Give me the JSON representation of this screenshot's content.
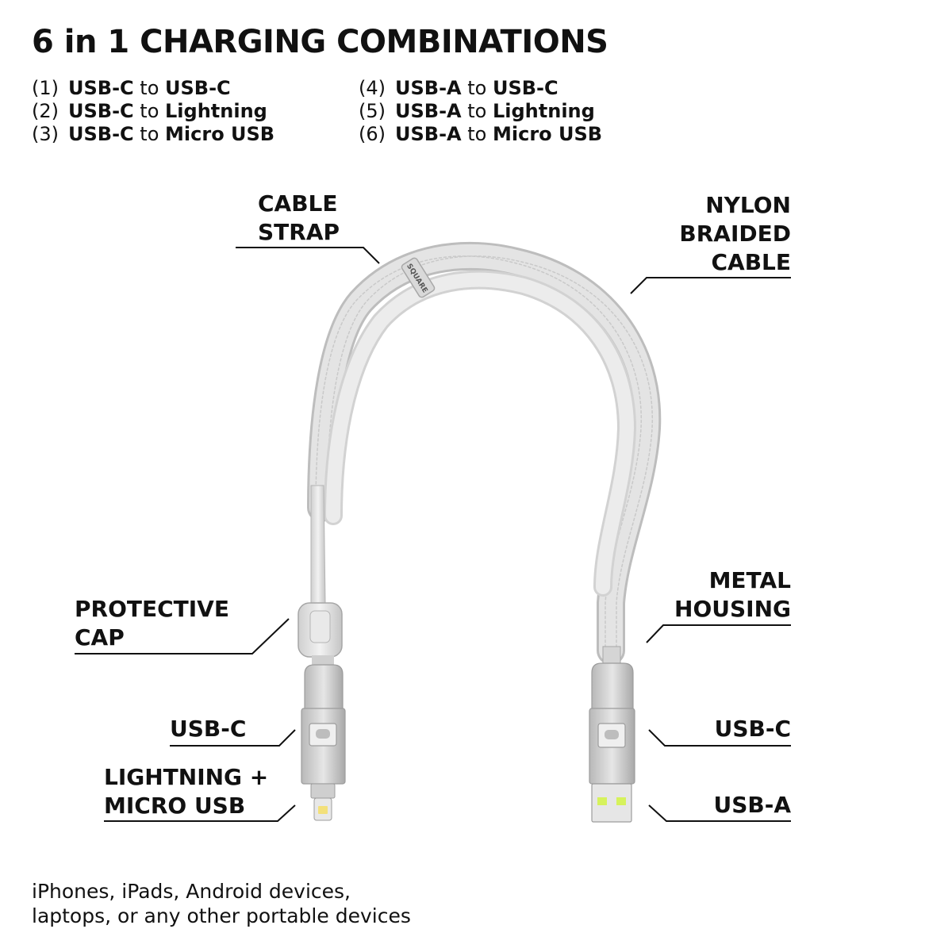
{
  "title": "6 in 1 CHARGING COMBINATIONS",
  "combinations": [
    {
      "num": "(1)",
      "from": "USB-C",
      "joiner": "to",
      "to": "USB-C"
    },
    {
      "num": "(2)",
      "from": "USB-C",
      "joiner": "to",
      "to": "Lightning"
    },
    {
      "num": "(3)",
      "from": "USB-C",
      "joiner": "to",
      "to": "Micro USB"
    },
    {
      "num": "(4)",
      "from": "USB-A",
      "joiner": "to",
      "to": "USB-C"
    },
    {
      "num": "(5)",
      "from": "USB-A",
      "joiner": "to",
      "to": "Lightning"
    },
    {
      "num": "(6)",
      "from": "USB-A",
      "joiner": "to",
      "to": "Micro USB"
    }
  ],
  "callouts": {
    "cable_strap": [
      "CABLE",
      "STRAP"
    ],
    "nylon_braided_cable": [
      "NYLON",
      "BRAIDED",
      "CABLE"
    ],
    "protective_cap": [
      "PROTECTIVE",
      "CAP"
    ],
    "metal_housing": [
      "METAL",
      "HOUSING"
    ],
    "usb_c_left": "USB-C",
    "lightning_micro": [
      "LIGHTNING +",
      "MICRO USB"
    ],
    "usb_c_right": "USB-C",
    "usb_a": "USB-A"
  },
  "strap_brand": "SQUARE",
  "footer": [
    "iPhones, iPads, Android devices,",
    "laptops, or any other portable devices"
  ],
  "colors": {
    "text": "#111111",
    "cable": "#dcdcdc",
    "metal": "#c7c7c7",
    "usb_a_contacts": "#d6f25c",
    "lightning_contacts": "#f3e07a"
  }
}
